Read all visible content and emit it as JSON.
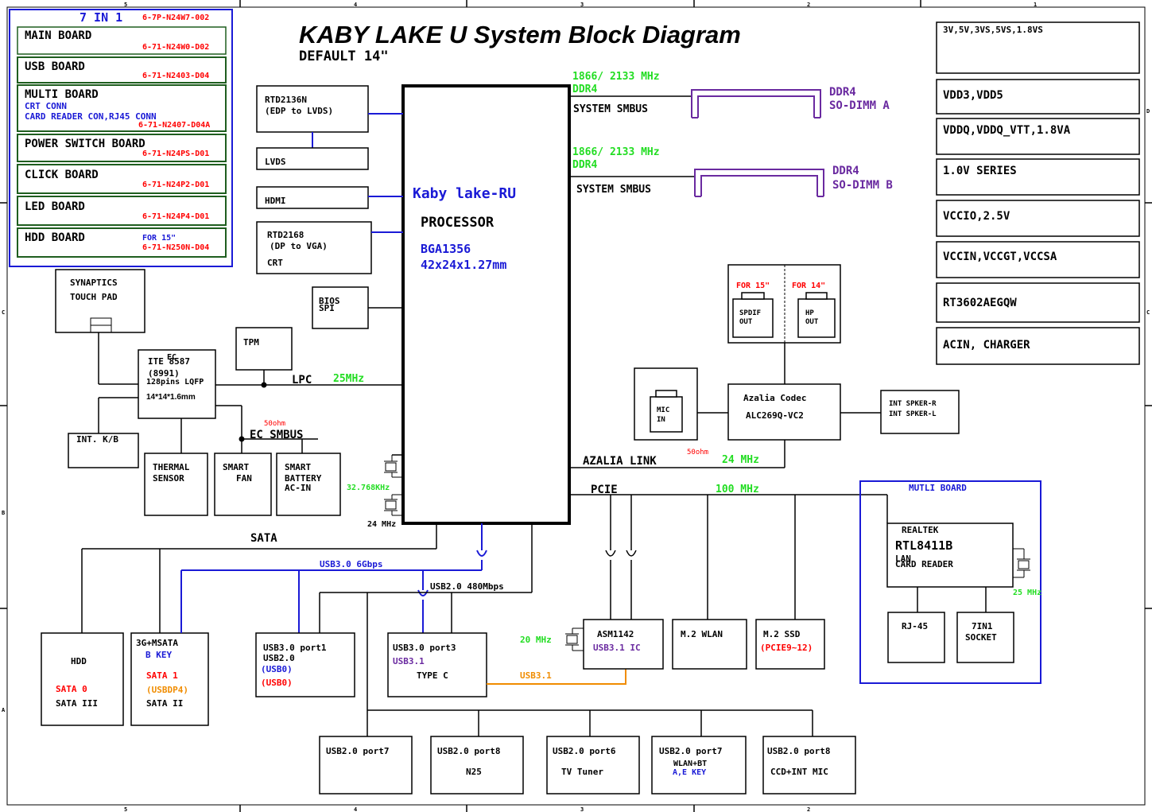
{
  "title": "KABY LAKE U System Block Diagram",
  "subtitle": "DEFAULT 14\"",
  "boards_panel": {
    "header": "7 IN 1",
    "header_pn": "6-7P-N24W7-002",
    "boards": [
      {
        "name": "MAIN BOARD",
        "pn": "6-71-N24W0-D02"
      },
      {
        "name": "USB BOARD",
        "pn": "6-71-N2403-D04"
      },
      {
        "name": "MULTI BOARD",
        "sub1": "CRT CONN",
        "sub2": "CARD READER CON,RJ45 CONN",
        "pn": "6-71-N2407-D04A"
      },
      {
        "name": "POWER SWITCH BOARD",
        "pn": "6-71-N24PS-D01"
      },
      {
        "name": "CLICK BOARD",
        "pn": "6-71-N24P2-D01"
      },
      {
        "name": "LED BOARD",
        "pn": "6-71-N24P4-D01"
      },
      {
        "name": "HDD BOARD",
        "note": "FOR 15\"",
        "pn": "6-71-N250N-D04"
      }
    ]
  },
  "power_list": [
    "3V,5V,3VS,5VS,1.8VS",
    "VDD3,VDD5",
    "VDDQ,VDDQ_VTT,1.8VA",
    "1.0V SERIES",
    "VCCIO,2.5V",
    "VCCIN,VCCGT,VCCSA",
    "RT3602AEGQW",
    "ACIN, CHARGER"
  ],
  "cpu": {
    "name": "Kaby lake-RU",
    "label": "PROCESSOR",
    "pkg": "BGA1356",
    "size": "42x24x1.27mm"
  },
  "display": {
    "rtd2136_1": "RTD2136N",
    "rtd2136_2": "(EDP to LVDS)",
    "lvds": "LVDS",
    "hdmi": "HDMI",
    "rtd2168_1": "RTD2168",
    "rtd2168_2": "(DP to VGA)",
    "crt": "CRT",
    "bios_1": "BIOS",
    "bios_2": "SPI"
  },
  "memory": {
    "freq": "1866/ 2133 MHz",
    "ddr": "DDR4",
    "smbus": "SYSTEM SMBUS",
    "dimm_a_1": "DDR4",
    "dimm_a_2": "SO-DIMM A",
    "dimm_b_1": "DDR4",
    "dimm_b_2": "SO-DIMM B"
  },
  "ec": {
    "touchpad_1": "SYNAPTICS",
    "touchpad_2": "TOUCH PAD",
    "ec_1": "EC",
    "ec_2": "ITE 8587",
    "ec_3": "(8991)",
    "ec_4": "128pins LQFP",
    "ec_5": "14*14*1.6mm",
    "tpm": "TPM",
    "lpc": "LPC",
    "lpc_freq": "25MHz",
    "kb": "INT. K/B",
    "ohm1": "50ohm",
    "smbus": "EC SMBUS",
    "thermal_1": "THERMAL",
    "thermal_2": "SENSOR",
    "fan_1": "SMART",
    "fan_2": "FAN",
    "batt_1": "SMART",
    "batt_2": "BATTERY",
    "batt_3": "AC-IN",
    "xtal1": "32.768KHz",
    "xtal2": "24 MHz"
  },
  "audio": {
    "for15": "FOR 15\"",
    "for14": "FOR 14\"",
    "spdif_1": "SPDIF",
    "spdif_2": "OUT",
    "hp_1": "HP",
    "hp_2": "OUT",
    "mic_1": "MIC",
    "mic_2": "IN",
    "codec_1": "Azalia Codec",
    "codec_2": "ALC269Q-VC2",
    "spk_1": "INT SPKER-R",
    "spk_2": "INT SPKER-L",
    "link": "AZALIA LINK",
    "ohm2": "50ohm",
    "link_freq": "24 MHz"
  },
  "pcie": {
    "label": "PCIE",
    "freq": "100 MHz"
  },
  "multi": {
    "title": "MUTLI BOARD",
    "rt_1": "REALTEK",
    "rt_2": "RTL8411B",
    "rt_3": "LAN",
    "rt_4": "CARD READER",
    "freq": "25 MHz",
    "rj45": "RJ-45",
    "sock_1": "7IN1",
    "sock_2": "SOCKET"
  },
  "io": {
    "sata": "SATA",
    "usb3": "USB3.0 6Gbps",
    "usb2": "USB2.0 480Mbps",
    "hdd": "HDD",
    "hdd_sata0": "SATA 0",
    "hdd_sata3": "SATA III",
    "msata_1": "3G+MSATA",
    "msata_2": "B KEY",
    "msata_3": "SATA 1",
    "msata_4": "(USBDP4)",
    "msata_5": "SATA II",
    "p1_1": "USB3.0 port1",
    "p1_2": "USB2.0",
    "p1_3": "(USB0)",
    "p1_4": "(USB0)",
    "p3_1": "USB3.0 port3",
    "p3_2": "USB3.1",
    "p3_3": "TYPE C",
    "asm_freq": "20 MHz",
    "asm_1": "ASM1142",
    "asm_2": "USB3.1 IC",
    "usb31": "USB3.1",
    "wlan": "M.2 WLAN",
    "ssd_1": "M.2 SSD",
    "ssd_2": "(PCIE9~12)",
    "b1": "USB2.0 port7",
    "b2_1": "USB2.0 port8",
    "b2_2": "N25",
    "b3_1": "USB2.0 port6",
    "b3_2": "TV Tuner",
    "b4_1": "USB2.0 port7",
    "b4_2": "WLAN+BT",
    "b4_3": "A,E KEY",
    "b5_1": "USB2.0 port8",
    "b5_2": "CCD+INT MIC"
  },
  "frame": {
    "cols_top": [
      "5",
      "4",
      "3",
      "2",
      "1"
    ],
    "cols_bottom": [
      "5",
      "4",
      "3",
      "2"
    ],
    "rows": [
      "D",
      "C",
      "B",
      "A"
    ]
  }
}
